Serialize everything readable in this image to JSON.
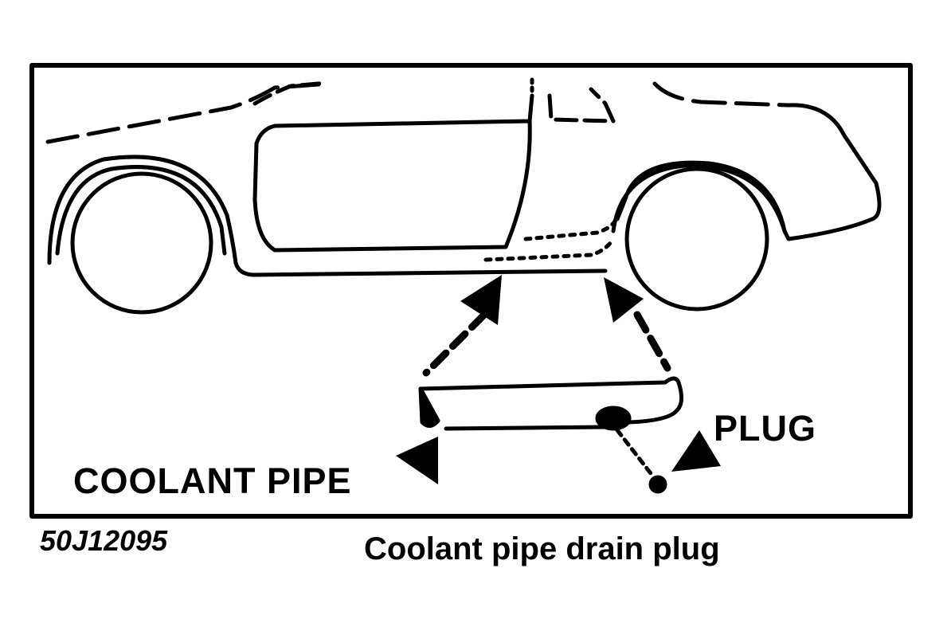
{
  "labels": {
    "coolant_pipe": "COOLANT PIPE",
    "plug": "PLUG"
  },
  "figure_id": "50J12095",
  "caption": "Coolant pipe drain plug",
  "colors": {
    "ink": "#000000",
    "paper": "#ffffff"
  }
}
